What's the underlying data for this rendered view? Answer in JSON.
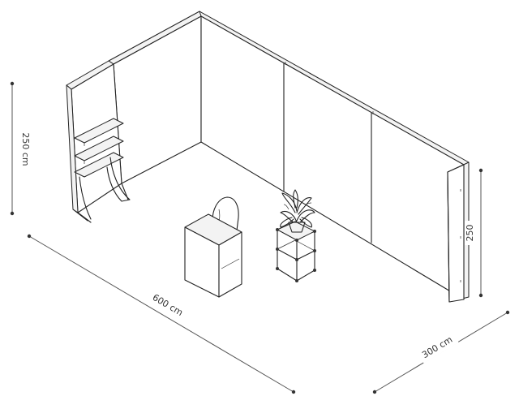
{
  "dimensions": {
    "height_left": "250 cm",
    "length": "600 cm",
    "depth": "300 cm",
    "height_right": "250"
  }
}
